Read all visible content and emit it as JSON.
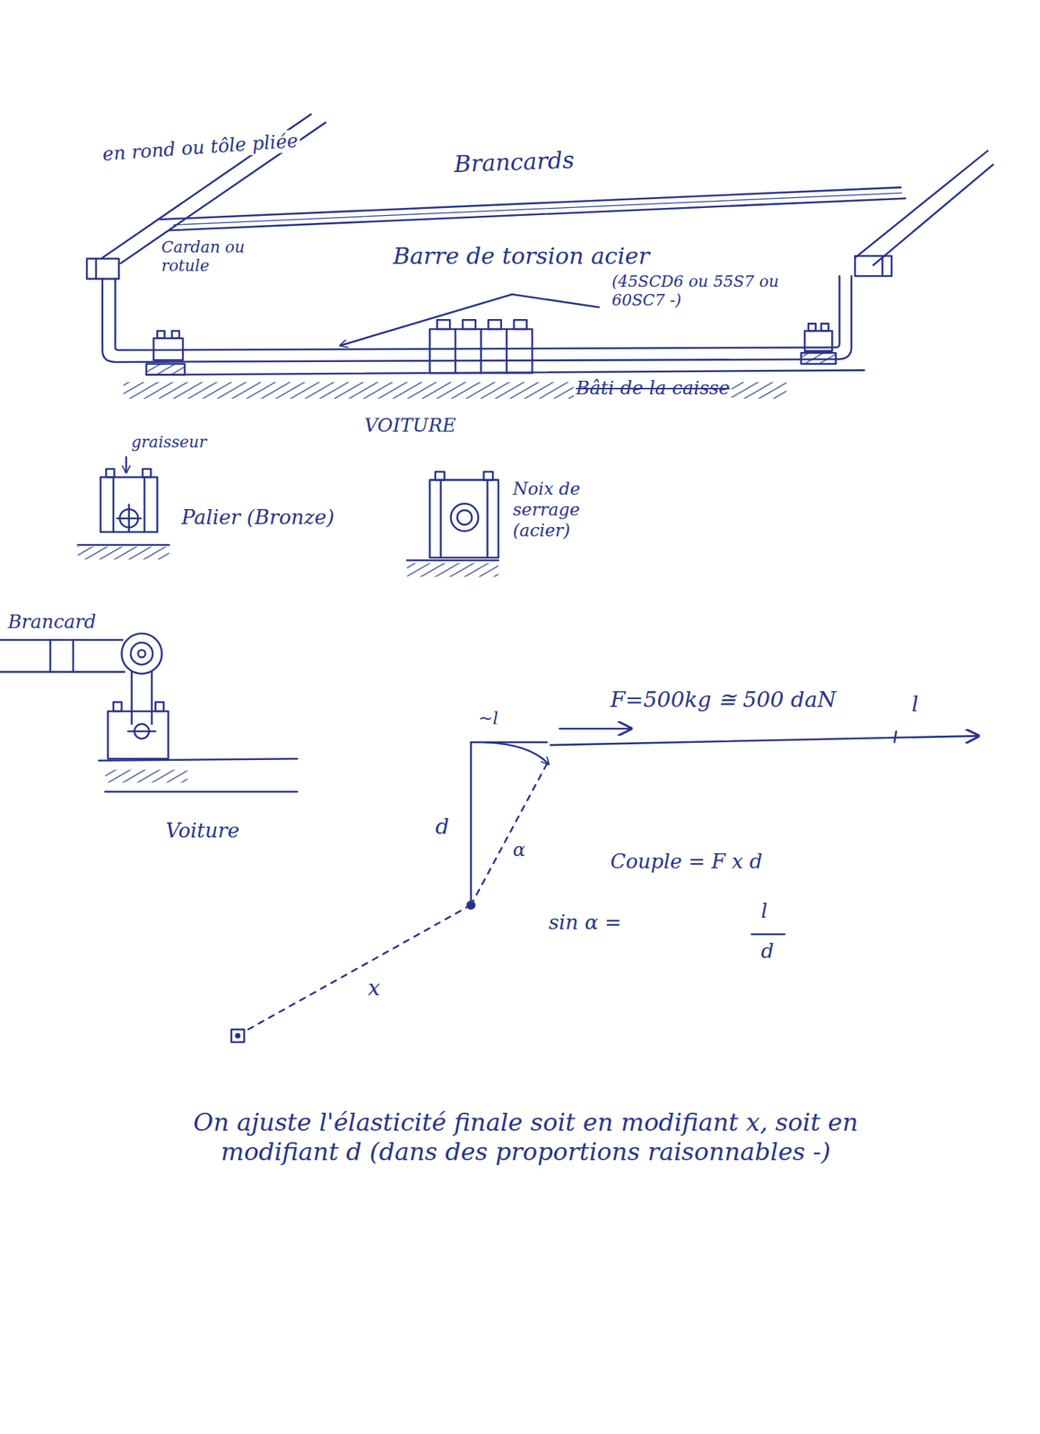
{
  "diagram": {
    "labels": [
      "en rond ou tôle pliée",
      "Brancards",
      "Cardan ou rotule",
      "Barre de torsion acier",
      "(45SCD6 ou 55S7 ou 60SC7 -)",
      "Bâti de la caisse",
      "VOITURE",
      "graisseur",
      "Palier (Bronze)",
      "Noix de serrage (acier)",
      "Brancard",
      "Voiture",
      "F=500kg ≅ 500 daN",
      "~l",
      "l",
      "d",
      "α",
      "Couple = F x d",
      "sin α =",
      "l",
      "d",
      "x",
      "On ajuste l'élasticité finale soit en modifiant x, soit en modifiant d (dans des proportions raisonnables -)"
    ]
  }
}
